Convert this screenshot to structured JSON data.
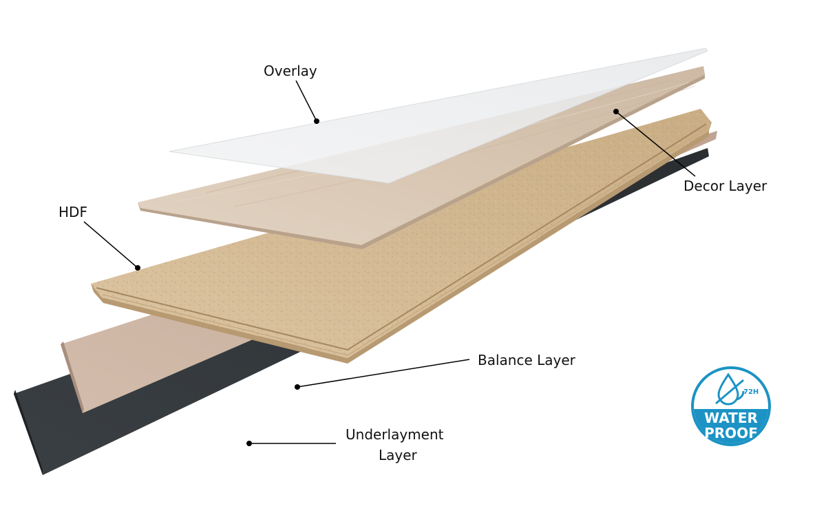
{
  "labels": {
    "overlay": "Overlay",
    "decor": "Decor Layer",
    "hdf": "HDF",
    "balance": "Balance Layer",
    "underlayment_line1": "Underlayment",
    "underlayment_line2": "Layer"
  },
  "badge": {
    "hours": "72H",
    "line1": "WATER",
    "line2": "PROOF"
  },
  "colors": {
    "overlay": "#eeeff1",
    "decor": "#d9c8b6",
    "hdf": "#d6be98",
    "balance": "#cbb2a0",
    "underlayment": "#3a3f43",
    "badge": "#1c93c4",
    "label_text": "#111111"
  }
}
